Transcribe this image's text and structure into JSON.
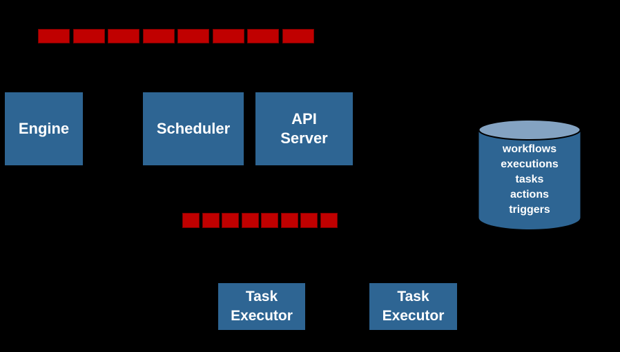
{
  "colors": {
    "background": "#000000",
    "queue_red": "#c00000",
    "box_blue": "#2e6593",
    "cylinder_top": "#84a3c2",
    "text": "#ffffff",
    "outline": "#000000"
  },
  "queues": {
    "top": {
      "segments": 8
    },
    "bottom": {
      "segments": 8
    }
  },
  "boxes": {
    "engine": {
      "label": "Engine"
    },
    "scheduler": {
      "label": "Scheduler"
    },
    "api_server": {
      "label": "API\nServer"
    },
    "task_executor_1": {
      "label": "Task\nExecutor"
    },
    "task_executor_2": {
      "label": "Task\nExecutor"
    }
  },
  "datastore": {
    "items": [
      "workflows",
      "executions",
      "tasks",
      "actions",
      "triggers"
    ]
  }
}
